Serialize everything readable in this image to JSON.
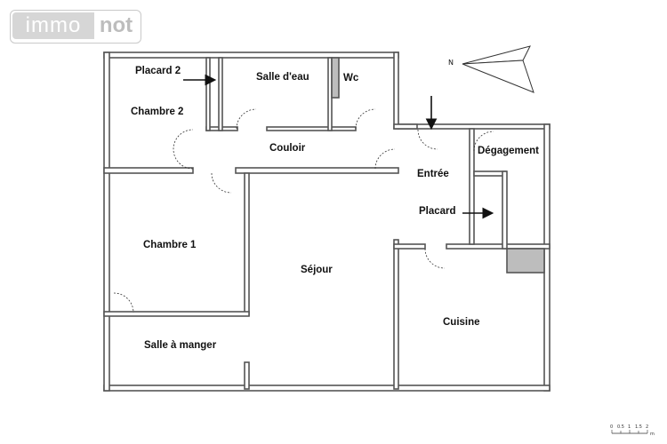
{
  "logo": {
    "part1": "immo",
    "part2": "not"
  },
  "compass": {
    "label": "N"
  },
  "rooms": {
    "placard2": "Placard 2",
    "chambre2": "Chambre 2",
    "salle_deau": "Salle d'eau",
    "wc": "Wc",
    "couloir": "Couloir",
    "entree": "Entrée",
    "degagement": "Dégagement",
    "placard": "Placard",
    "chambre1": "Chambre 1",
    "sejour": "Séjour",
    "salle_a_manger": "Salle à manger",
    "cuisine": "Cuisine"
  },
  "scale": {
    "labels": [
      "0",
      "0.5",
      "1",
      "1.5",
      "2"
    ],
    "unit": "m"
  },
  "colors": {
    "wall": "#555555",
    "fixture": "#bdbdbd",
    "logo_bg": "#d6d6d6"
  }
}
